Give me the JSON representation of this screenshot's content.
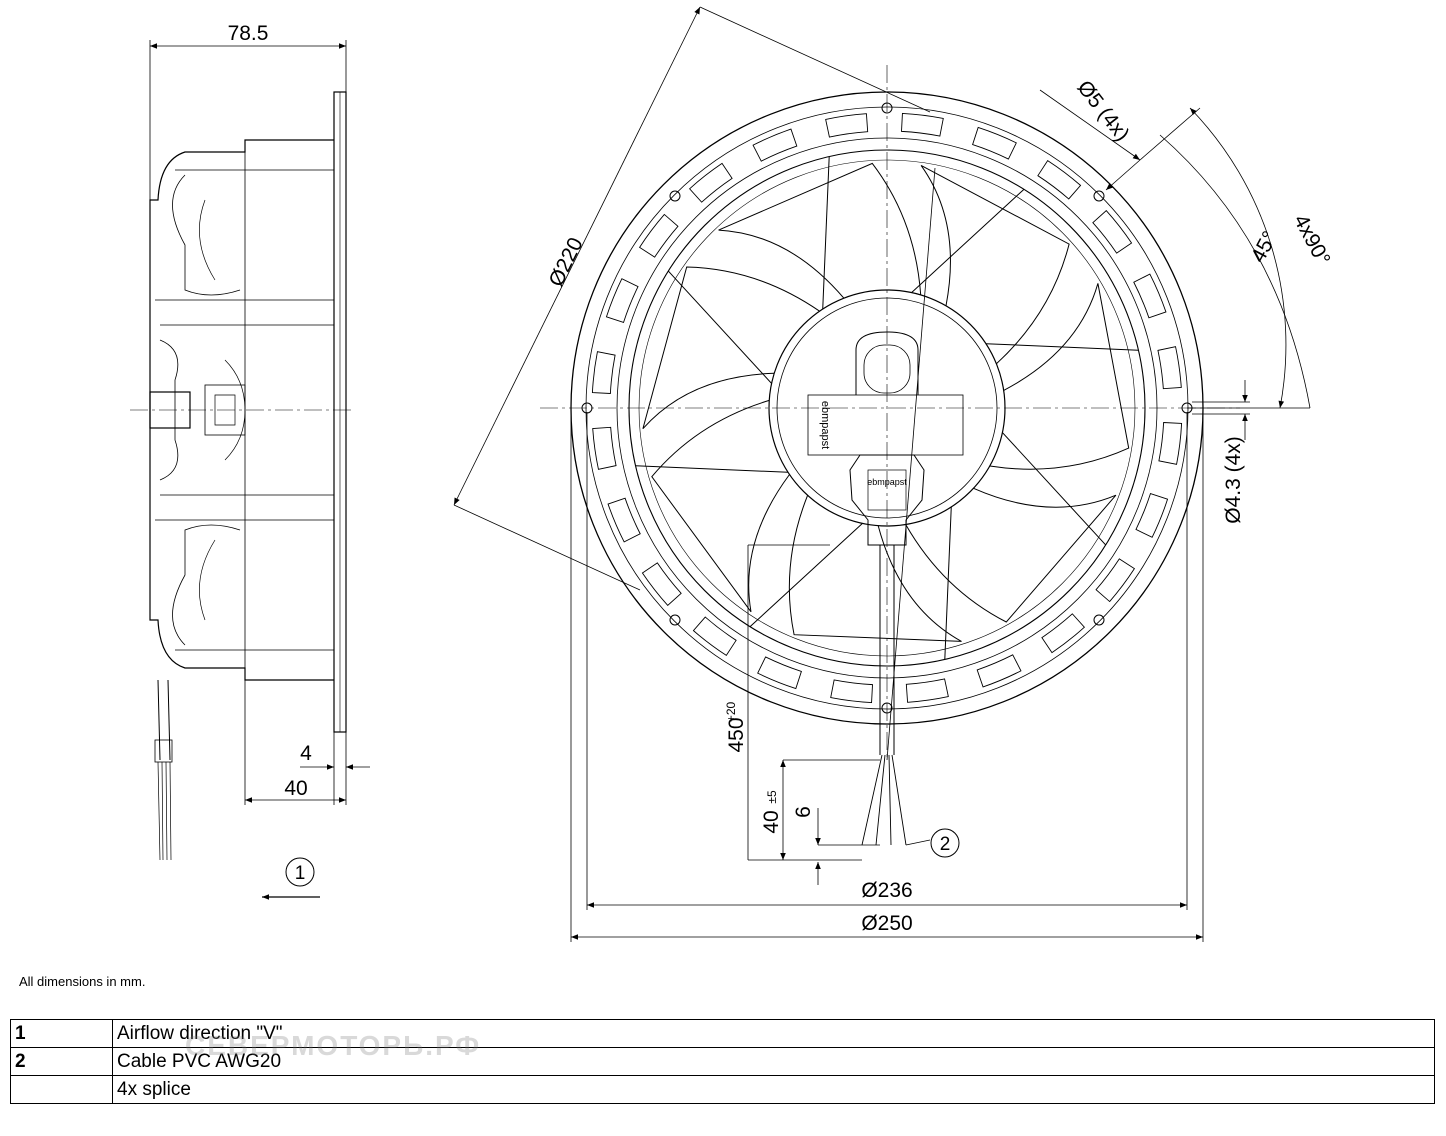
{
  "dimensions": {
    "depth": "78.5",
    "flange_thickness": "4",
    "inner_depth": "40",
    "diameter_220": "Ø220",
    "hole_5": "Ø5 (4x)",
    "angle_45": "45°",
    "angle_4x90": "4x90°",
    "hole_4_3": "Ø4.3 (4x)",
    "cable_length": "450",
    "cable_length_tol": "+20",
    "strip_length": "40",
    "strip_length_tol": "±5",
    "wire_strip": "6",
    "diameter_236": "Ø236",
    "diameter_250": "Ø250"
  },
  "markers": {
    "marker1": "1",
    "marker2": "2"
  },
  "brand_labels": {
    "hub": "ebmpapst",
    "connector": "ebmpapst"
  },
  "note": "All dimensions in mm.",
  "legend": [
    {
      "num": "1",
      "text": "Airflow direction \"V\""
    },
    {
      "num": "2",
      "text": "Cable PVC AWG20"
    },
    {
      "num": "",
      "text": "4x splice"
    }
  ],
  "watermark": "СЕВЕРМОТОРЬ.РФ"
}
